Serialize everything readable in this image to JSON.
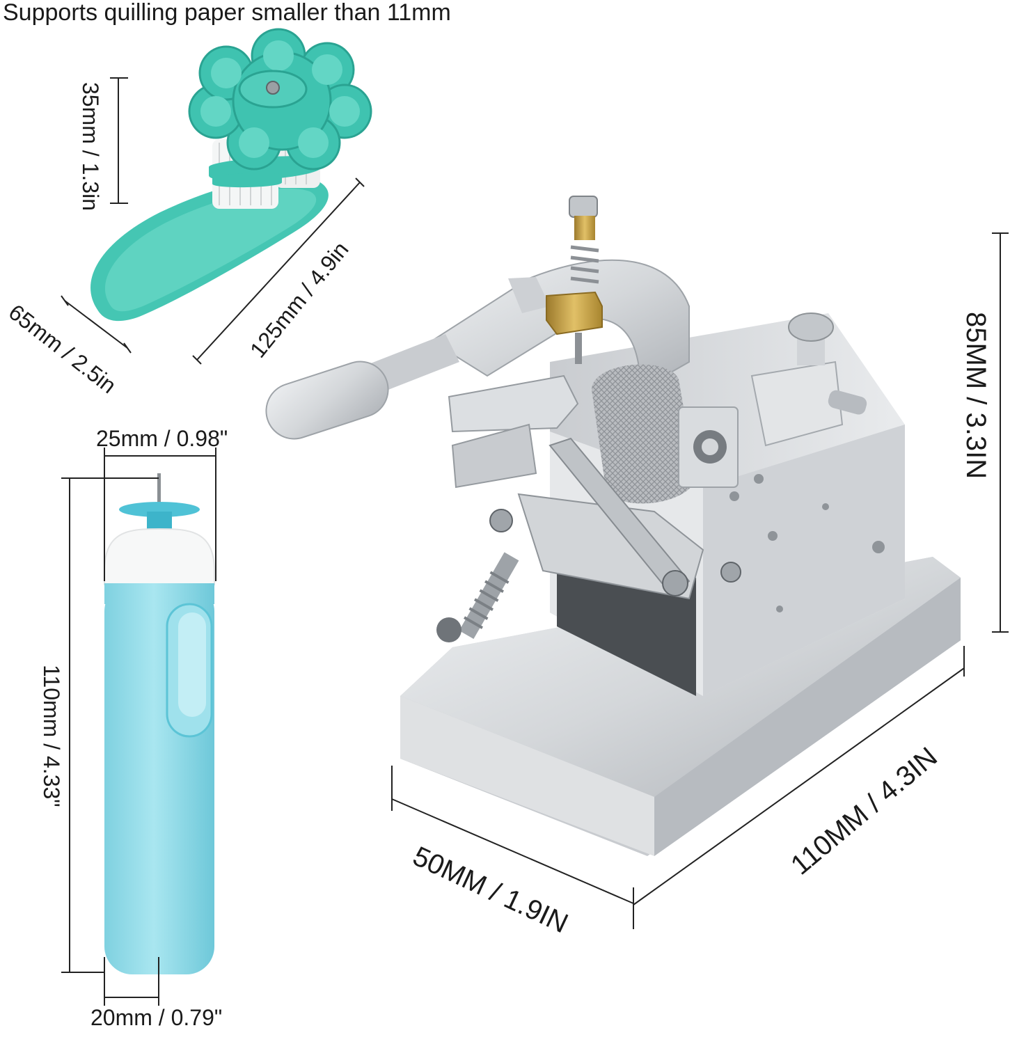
{
  "headline": "Supports quilling paper smaller than 11mm",
  "dimensions": {
    "holder_height": "35mm / 1.3in",
    "holder_length": "125mm / 4.9in",
    "holder_width": "65mm / 2.5in",
    "pen_width_top": "25mm / 0.98\"",
    "pen_length": "110mm / 4.33\"",
    "pen_width_bottom": "20mm / 0.79\"",
    "machine_height": "85MM / 3.3IN",
    "machine_length": "110MM / 4.3IN",
    "machine_width": "50MM / 1.9IN"
  },
  "colors": {
    "teal": "#3fc3b0",
    "teal_dark": "#2aa392",
    "pen_blue": "#8fdbe8",
    "pen_blue_dark": "#5cc4d6",
    "aluminum": "#d8dadd",
    "aluminum_dark": "#a9adb2",
    "brass": "#c9a646"
  },
  "icons": {
    "holder": "flower-paper-holder-icon",
    "pen": "electric-quilling-pen-icon",
    "machine": "quilling-crimper-machine-icon"
  }
}
